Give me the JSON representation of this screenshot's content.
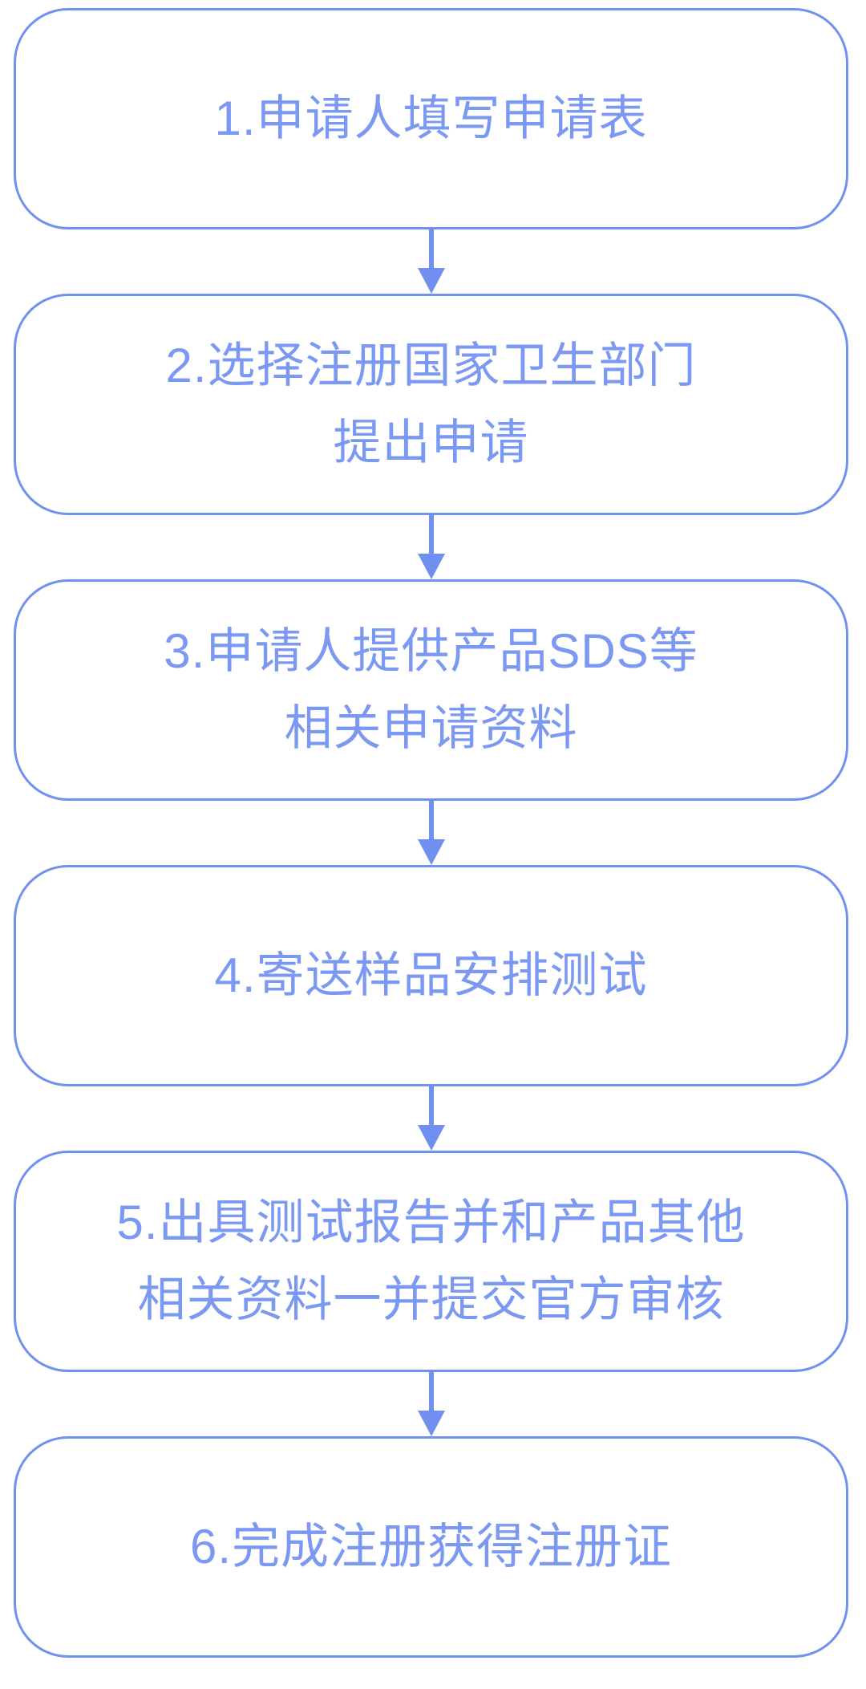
{
  "diagram": {
    "type": "flowchart",
    "direction": "top-down",
    "colors": {
      "border": "#7191F0",
      "text": "#7B98F3",
      "arrow": "#6F90F1",
      "background": "#FFFFFF"
    },
    "steps": [
      {
        "id": 1,
        "lines": [
          "1.申请人填写申请表"
        ]
      },
      {
        "id": 2,
        "lines": [
          "2.选择注册国家卫生部门",
          "提出申请"
        ]
      },
      {
        "id": 3,
        "lines": [
          "3.申请人提供产品SDS等",
          "相关申请资料"
        ]
      },
      {
        "id": 4,
        "lines": [
          "4.寄送样品安排测试"
        ]
      },
      {
        "id": 5,
        "lines": [
          "5.出具测试报告并和产品其他",
          "相关资料一并提交官方审核"
        ]
      },
      {
        "id": 6,
        "lines": [
          "6.完成注册获得注册证"
        ]
      }
    ],
    "connectors": [
      {
        "from": 1,
        "to": 2
      },
      {
        "from": 2,
        "to": 3
      },
      {
        "from": 3,
        "to": 4
      },
      {
        "from": 4,
        "to": 5
      },
      {
        "from": 5,
        "to": 6
      }
    ]
  }
}
